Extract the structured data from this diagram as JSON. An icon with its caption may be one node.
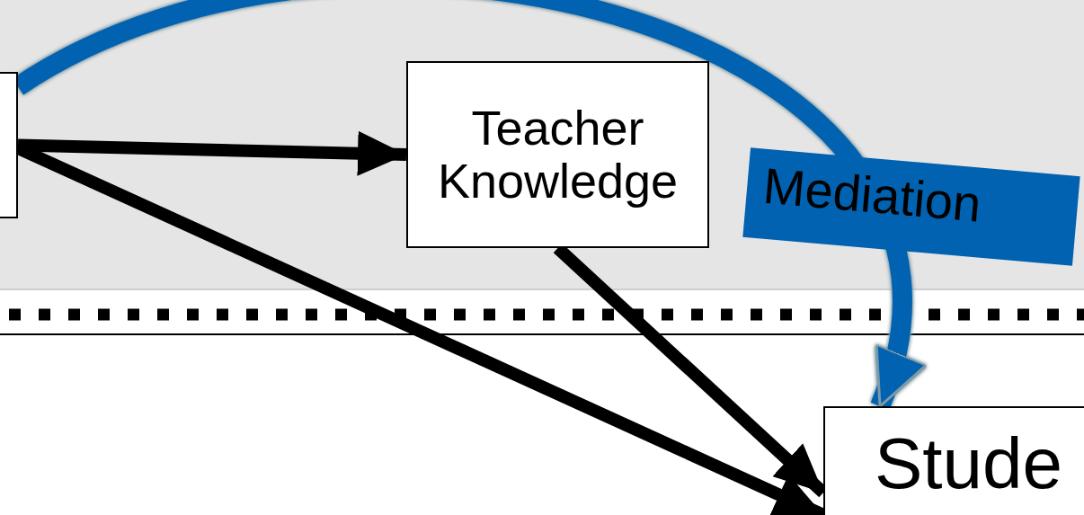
{
  "diagram": {
    "nodes": [
      {
        "text": [],
        "shape": "box"
      },
      {
        "text": [
          "Teacher Knowledge"
        ]
      },
      {
        "text": [
          "Stude"
        ]
      }
    ],
    "edges": [
      {
        "from": 0,
        "to": 1,
        "arrow": "to"
      },
      {
        "from": 0,
        "to": 2,
        "arrow": "to"
      },
      {
        "from": 1,
        "to": 2,
        "arrow": "to"
      },
      {
        "from": 0,
        "to": 2,
        "arrow": "to",
        "label": "Mediation",
        "color": "#0062b0"
      }
    ]
  }
}
